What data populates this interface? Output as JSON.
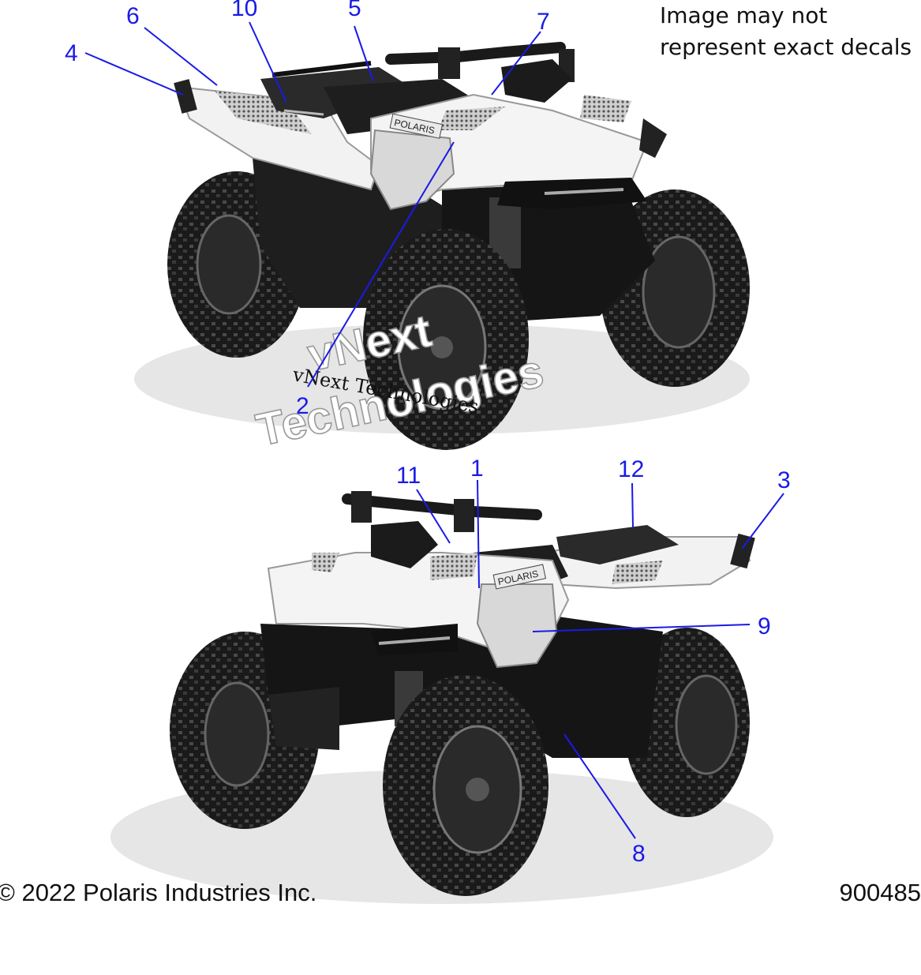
{
  "note": {
    "line1": "Image may not",
    "line2": "represent exact decals"
  },
  "footer": {
    "copyright": "© 2022 Polaris Industries Inc.",
    "part_code": "900485"
  },
  "watermark": {
    "line1": "vNext",
    "line2": "Technologies",
    "small": "vNext Technologies"
  },
  "brand_decal": "POLARIS",
  "callouts": {
    "c1": "1",
    "c2": "2",
    "c3": "3",
    "c4": "4",
    "c5": "5",
    "c6": "6",
    "c7": "7",
    "c8": "8",
    "c9": "9",
    "c10": "10",
    "c11": "11",
    "c12": "12"
  },
  "colors": {
    "callout": "#1a1ae6",
    "body_dark": "#1b1b1b",
    "body_white": "#f2f2f2"
  }
}
